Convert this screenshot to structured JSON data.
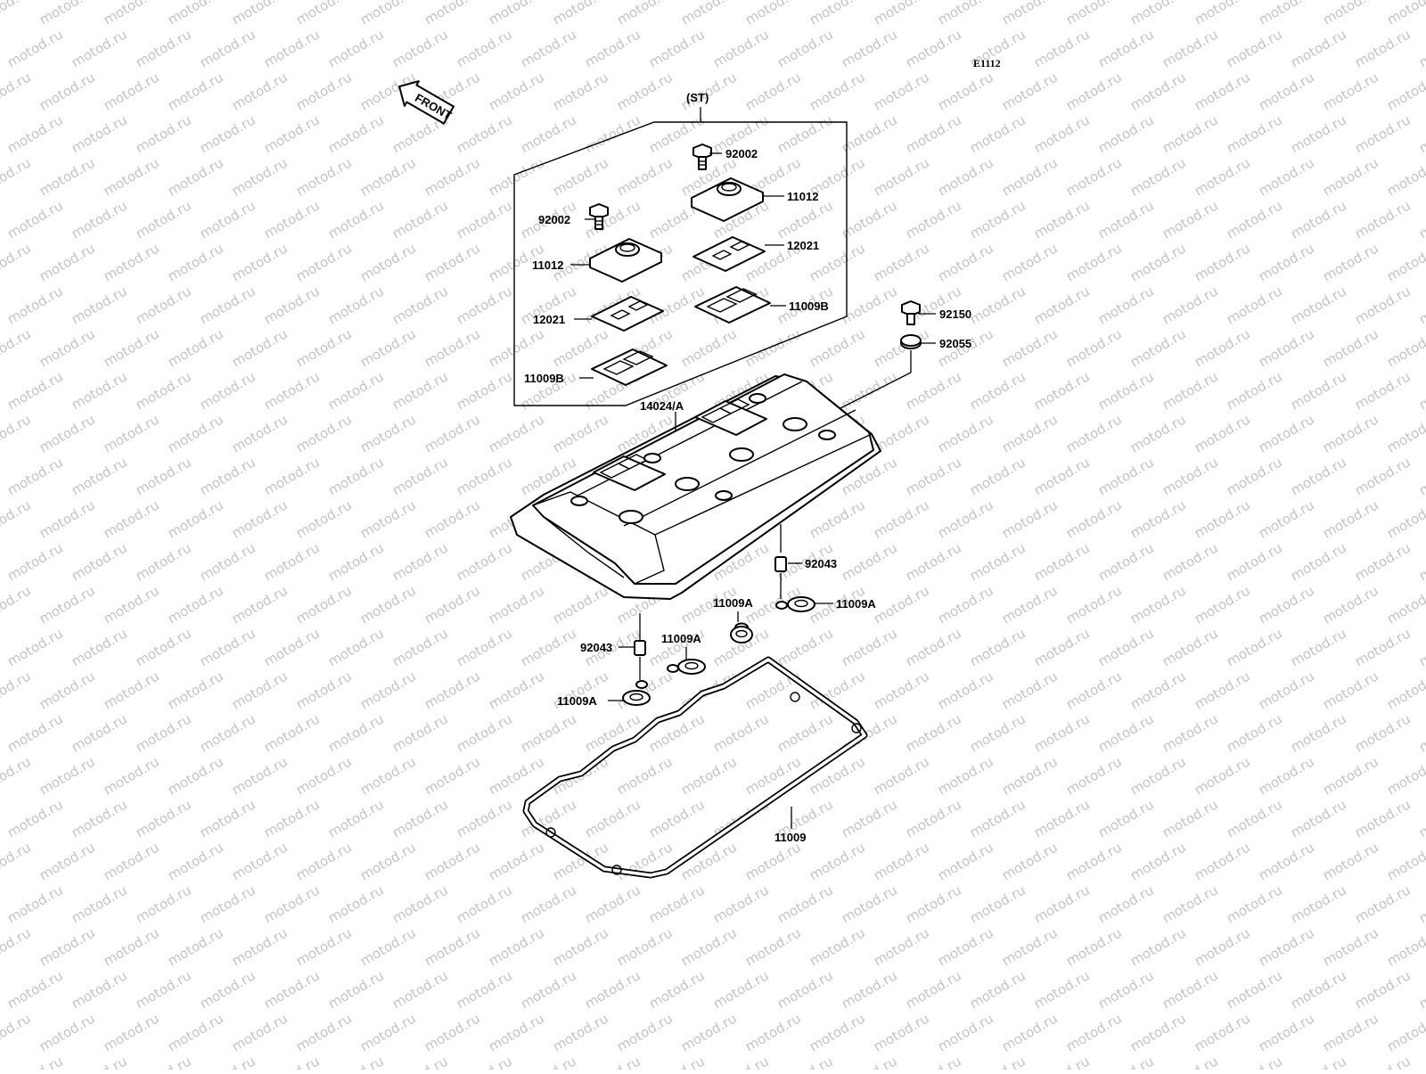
{
  "diagram": {
    "code": "E1112",
    "front_label": "FRONT",
    "set_label": "(ST)",
    "watermark": "motod.ru",
    "parts": {
      "bolt_top_right": "92002",
      "cover_top_right": "11012",
      "bolt_top_left": "92002",
      "cover_left": "11012",
      "plate_right": "12021",
      "plate_left": "12021",
      "gasket_b_right": "11009B",
      "gasket_b_left": "11009B",
      "bolt_cover": "92150",
      "washer_cover": "92055",
      "head_cover": "14024/A",
      "dowel_right": "92043",
      "oring_right_a": "11009A",
      "oring_right_b": "11009A",
      "dowel_left": "92043",
      "oring_left_a": "11009A",
      "oring_left_b": "11009A",
      "main_gasket": "11009"
    }
  }
}
